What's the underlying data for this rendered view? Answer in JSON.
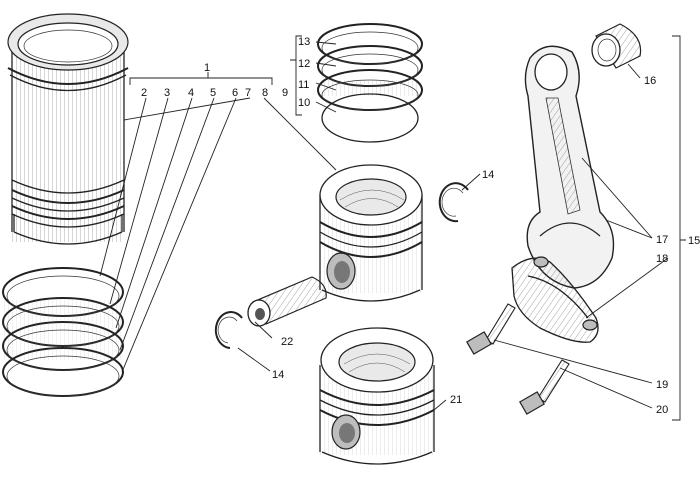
{
  "callouts": [
    {
      "id": "c1",
      "text": "1"
    },
    {
      "id": "c2",
      "text": "2"
    },
    {
      "id": "c3",
      "text": "3"
    },
    {
      "id": "c4",
      "text": "4"
    },
    {
      "id": "c5",
      "text": "5"
    },
    {
      "id": "c6",
      "text": "6"
    },
    {
      "id": "c7",
      "text": "7"
    },
    {
      "id": "c8",
      "text": "8"
    },
    {
      "id": "c9",
      "text": "9"
    },
    {
      "id": "c10",
      "text": "10"
    },
    {
      "id": "c11",
      "text": "11"
    },
    {
      "id": "c12",
      "text": "12"
    },
    {
      "id": "c13",
      "text": "13"
    },
    {
      "id": "c14a",
      "text": "14"
    },
    {
      "id": "c14b",
      "text": "14"
    },
    {
      "id": "c15",
      "text": "15"
    },
    {
      "id": "c16",
      "text": "16"
    },
    {
      "id": "c17",
      "text": "17"
    },
    {
      "id": "c18",
      "text": "18"
    },
    {
      "id": "c19",
      "text": "19"
    },
    {
      "id": "c20",
      "text": "20"
    },
    {
      "id": "c21",
      "text": "21"
    },
    {
      "id": "c22",
      "text": "22"
    }
  ]
}
